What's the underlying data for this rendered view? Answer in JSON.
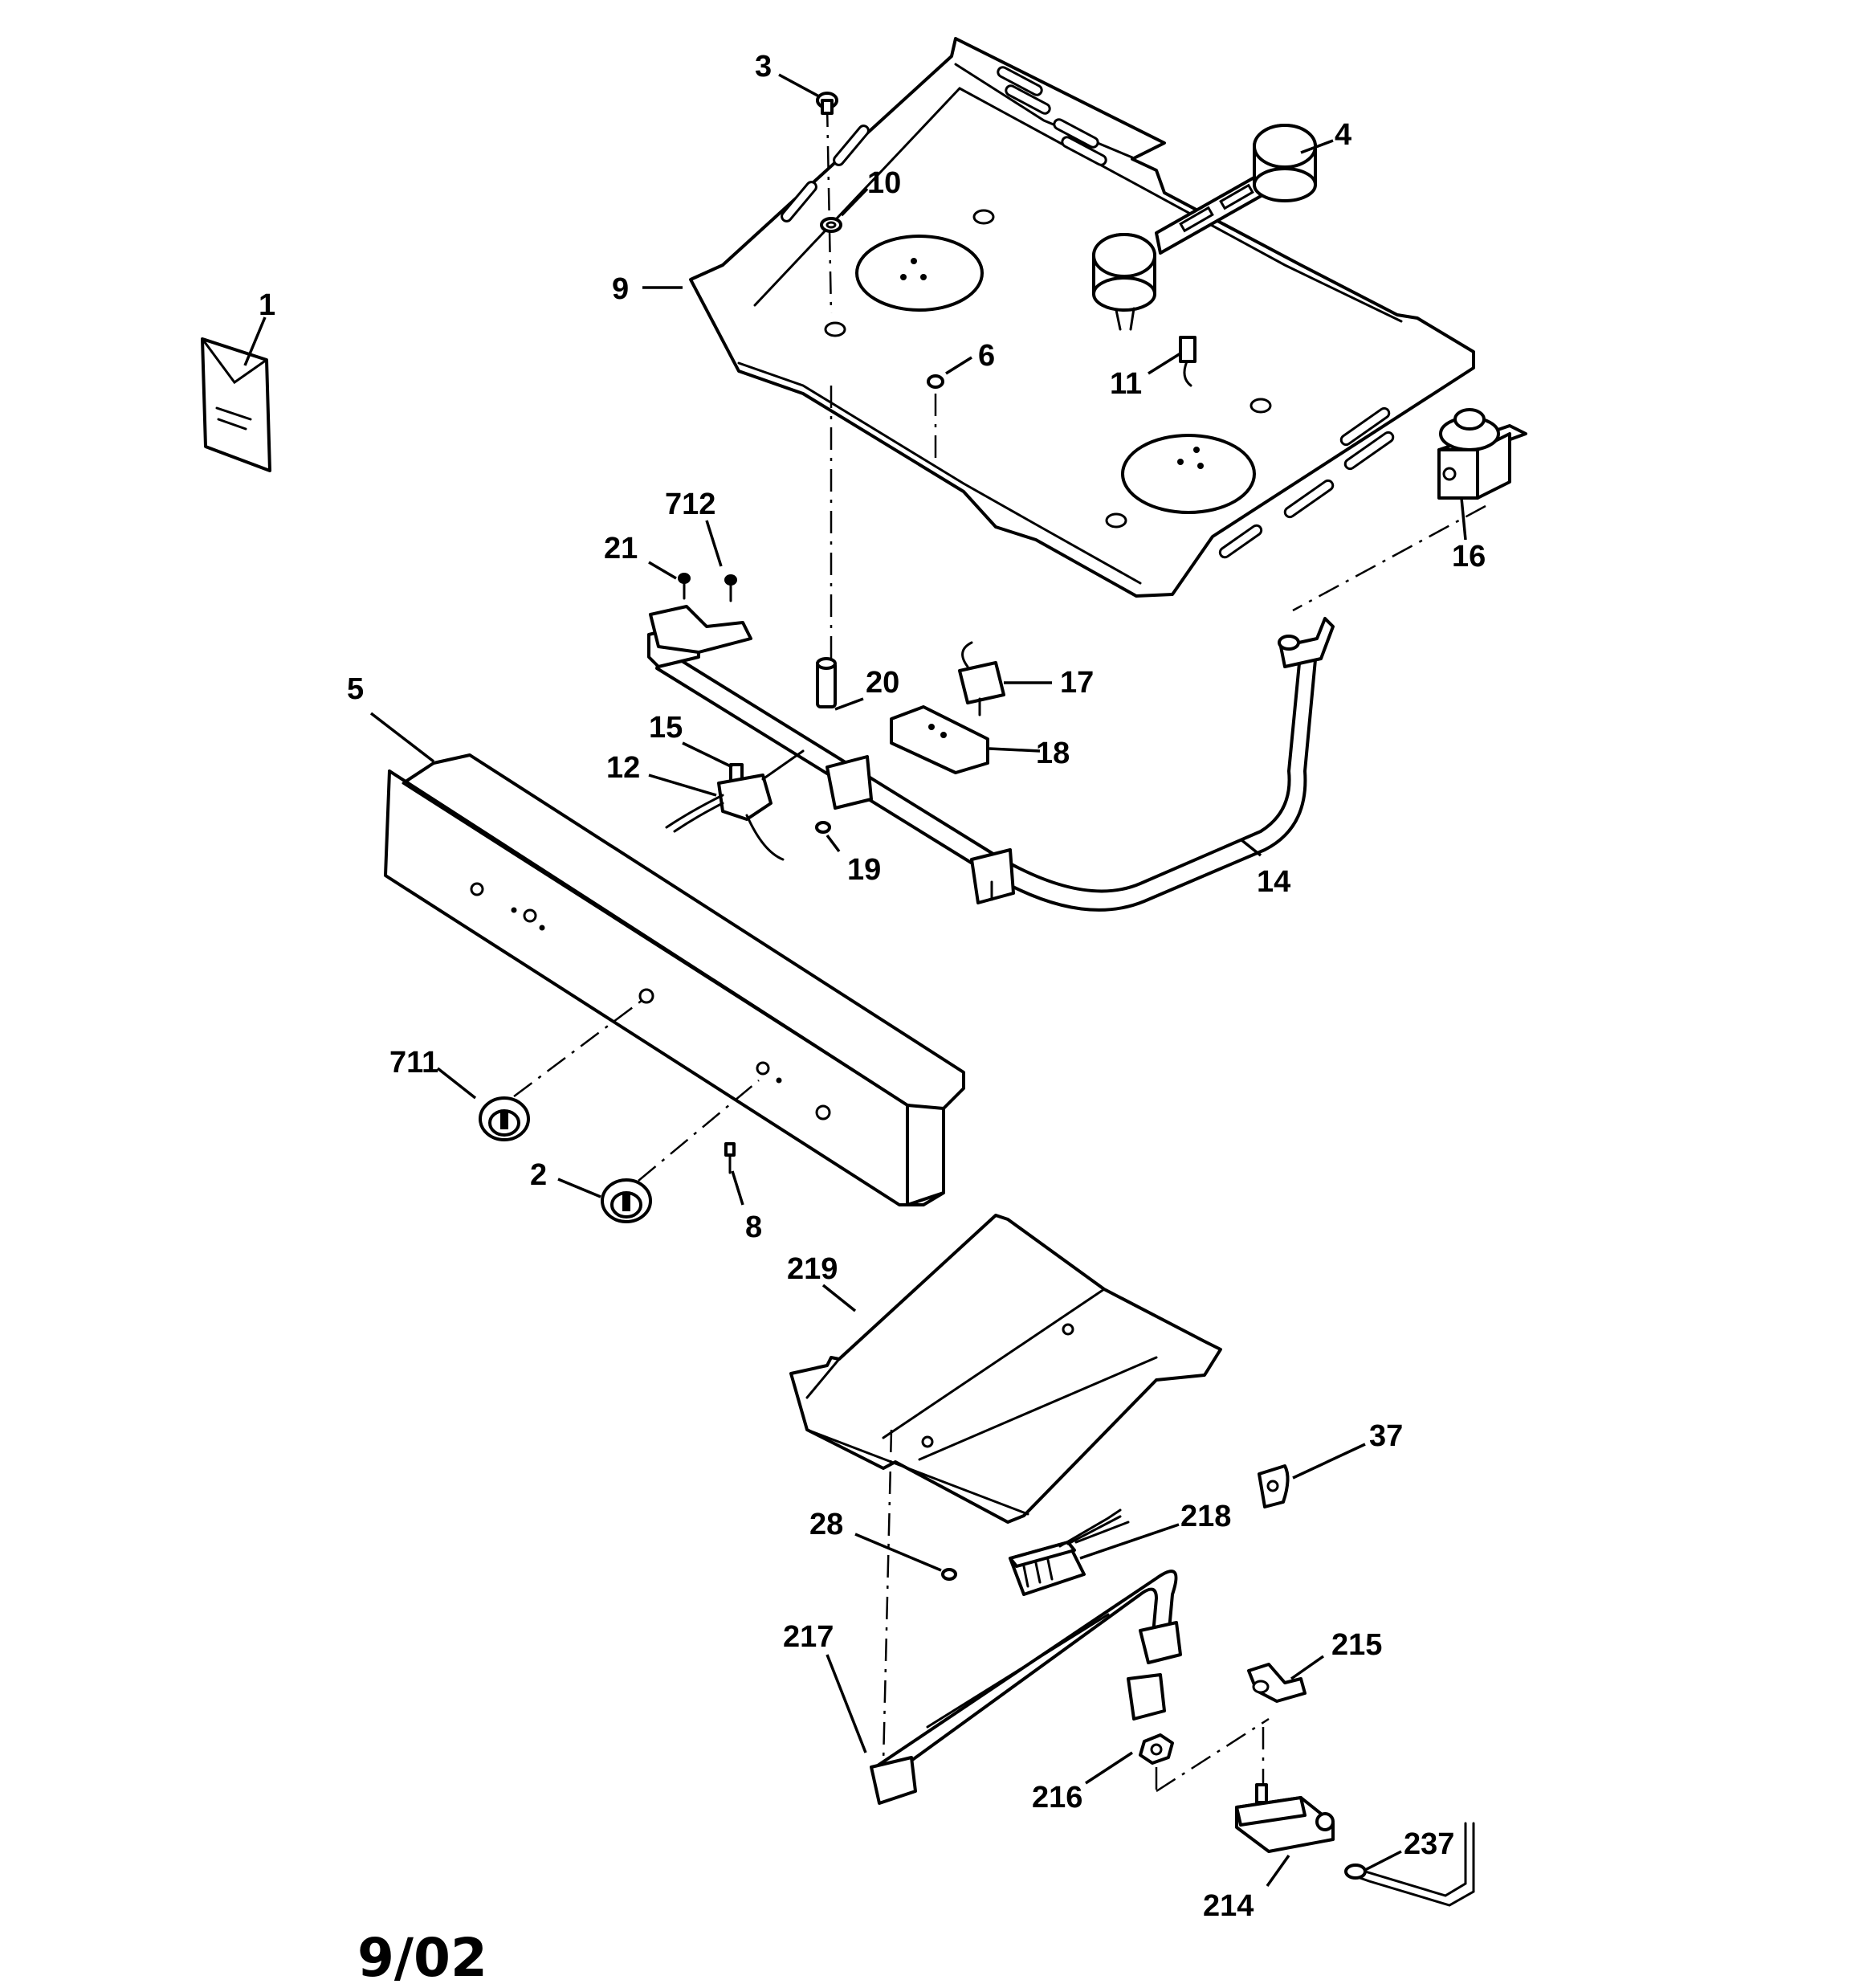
{
  "diagram": {
    "date_code": "9/02",
    "parts": [
      {
        "id": "p1",
        "label": "1"
      },
      {
        "id": "p2",
        "label": "2"
      },
      {
        "id": "p3",
        "label": "3"
      },
      {
        "id": "p4",
        "label": "4"
      },
      {
        "id": "p5",
        "label": "5"
      },
      {
        "id": "p6",
        "label": "6"
      },
      {
        "id": "p8",
        "label": "8"
      },
      {
        "id": "p9",
        "label": "9"
      },
      {
        "id": "p10",
        "label": "10"
      },
      {
        "id": "p11",
        "label": "11"
      },
      {
        "id": "p12",
        "label": "12"
      },
      {
        "id": "p14",
        "label": "14"
      },
      {
        "id": "p15",
        "label": "15"
      },
      {
        "id": "p16",
        "label": "16"
      },
      {
        "id": "p17",
        "label": "17"
      },
      {
        "id": "p18",
        "label": "18"
      },
      {
        "id": "p19",
        "label": "19"
      },
      {
        "id": "p20",
        "label": "20"
      },
      {
        "id": "p21",
        "label": "21"
      },
      {
        "id": "p28",
        "label": "28"
      },
      {
        "id": "p37",
        "label": "37"
      },
      {
        "id": "p214",
        "label": "214"
      },
      {
        "id": "p215",
        "label": "215"
      },
      {
        "id": "p216",
        "label": "216"
      },
      {
        "id": "p217",
        "label": "217"
      },
      {
        "id": "p218",
        "label": "218"
      },
      {
        "id": "p219",
        "label": "219"
      },
      {
        "id": "p237",
        "label": "237"
      },
      {
        "id": "p711",
        "label": "711"
      },
      {
        "id": "p712",
        "label": "712"
      }
    ]
  }
}
